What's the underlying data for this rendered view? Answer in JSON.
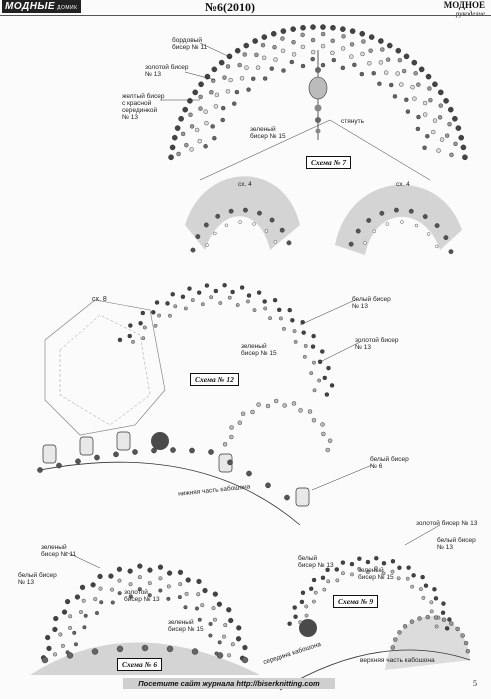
{
  "header": {
    "logo": "МОДНЫЕ",
    "logo_sub": "ДОМИК",
    "issue": "№6(2010)",
    "magazine": "МОДНОЕ",
    "magazine_sub": "рукоделие"
  },
  "scheme7": {
    "title": "Схема № 7",
    "label_burgundy": "бордовый\nбисер № 11",
    "label_gold": "золотой бисер\n№ 13",
    "label_yellow": "желтый бисер\nс красной\nсерединкой\n№ 13",
    "label_green": "зеленый\nбисер № 15",
    "label_tighten": "стянуть",
    "ref_left": "сх. 4",
    "ref_right": "сх. 4"
  },
  "scheme12": {
    "title": "Схема № 12",
    "ref": "сх. 8",
    "label_white13": "белый бисер\n№ 13",
    "label_gold13": "золотой бисер\n№ 13",
    "label_green15": "зеленый\nбисер № 15",
    "label_white6": "белый бисер\n№ 6",
    "label_cabochon_bottom": "нижняя часть кабошона"
  },
  "scheme6": {
    "title": "Схема № 6",
    "label_green11": "зеленый\nбисер № 11",
    "label_white13": "белый бисер\n№ 13",
    "label_gold13": "золотой\nбисер № 13",
    "label_green15": "зеленый\nбисер № 15"
  },
  "scheme9": {
    "title": "Схема № 9",
    "label_gold13": "золотой бисер № 13",
    "label_white13": "белый бисер\n№ 13",
    "label_white13b": "белый\nбисер № 13",
    "label_green15": "зеленый\nбисер № 15",
    "label_cab_middle": "середина кабошона",
    "label_cab_top": "верхняя часть кабошона"
  },
  "footer": {
    "text": "Посетите сайт журнала http://biserknitting.com",
    "page": "5"
  }
}
